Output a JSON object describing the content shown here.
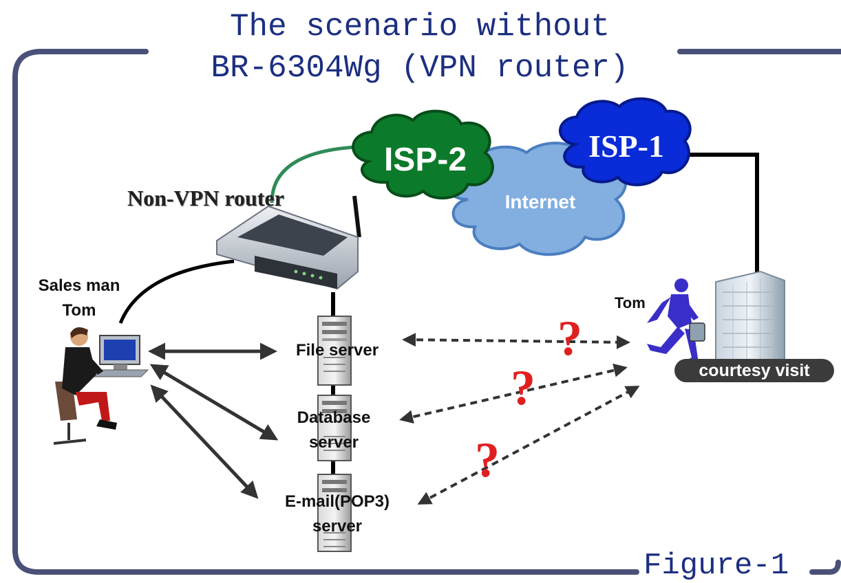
{
  "title": {
    "line1": "The scenario without",
    "line2": "BR-6304Wg (VPN router)"
  },
  "clouds": {
    "isp2": "ISP-2",
    "isp1": "ISP-1",
    "internet": "Internet"
  },
  "router_label": "Non-VPN router",
  "salesman_label": {
    "line1": "Sales man",
    "line2": "Tom"
  },
  "tom_label": "Tom",
  "courtesy_visit": "courtesy visit",
  "servers": {
    "file": "File server",
    "database": {
      "line1": "Database",
      "line2": "server"
    },
    "email": {
      "line1": "E-mail(POP3)",
      "line2": "server"
    }
  },
  "question_mark": "?",
  "figure_label": "Figure-1",
  "colors": {
    "title": "#1c2f80",
    "frame": "#4a5178",
    "isp2_cloud": "#0b7a2a",
    "isp1_cloud": "#0a2bd8",
    "internet_cloud": "#7fa9d9",
    "question": "#e02020",
    "traveler": "#3a2ec8"
  },
  "icons": [
    "person-at-computer-icon",
    "router-icon",
    "server-tower-icon",
    "running-businessman-icon",
    "office-building-icon"
  ]
}
